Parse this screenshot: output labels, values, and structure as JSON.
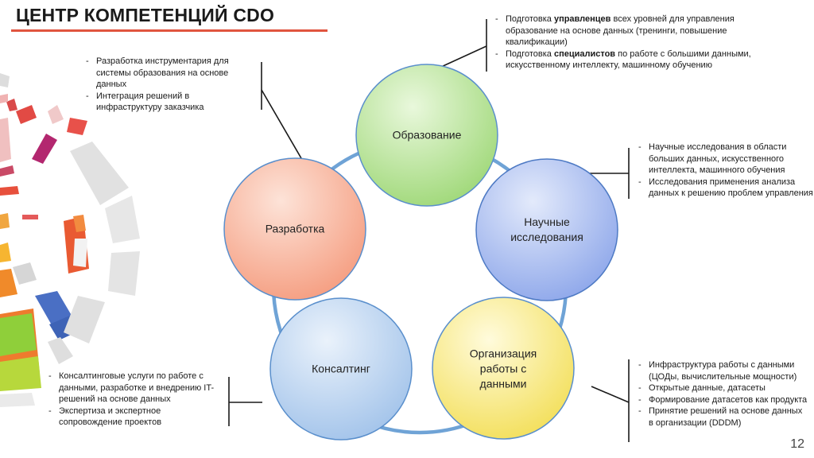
{
  "title": "ЦЕНТР КОМПЕТЕНЦИЙ CDO",
  "page_number": "12",
  "nodes": {
    "education": "Образование",
    "research": "Научные исследования",
    "data_org": "Организация работы с данными",
    "consulting": "Консалтинг",
    "development": "Разработка"
  },
  "notes": {
    "education": [
      {
        "pre": "Подготовка ",
        "bold": "управленцев",
        "post": " всех уровней для управления образование на основе данных (тренинги, повышение квалификации)"
      },
      {
        "pre": "Подготовка ",
        "bold": "специалистов",
        "post": " по работе с большими данными, искусственному интеллекту, машинному обучению"
      }
    ],
    "development": [
      "Разработка инструментария для системы образования на основе данных",
      "Интеграция решений в инфраструктуру заказчика"
    ],
    "research": [
      "Научные исследования в области больших данных, искусственного интеллекта, машинного обучения",
      "Исследования применения анализа данных к решению проблем управления"
    ],
    "consulting": [
      "Консалтинговые услуги по работе с данными, разработке и внедрению IT-решений на основе данных",
      "Экспертиза и экспертное сопровождение проектов"
    ],
    "data_org": [
      "Инфраструктура работы с данными (ЦОДы, вычислительные мощности)",
      "Открытые данные, датасеты",
      "Формирование датасетов как продукта",
      "Принятие решений на основе данных в организации (DDDM)"
    ]
  },
  "colors": {
    "accent": "#e0543f",
    "ring": "#6fa3d6",
    "education": "#b9e59a",
    "research": "#a9bdf0",
    "data_org": "#f7ea8a",
    "consulting": "#b9d3f0",
    "development": "#f8b8a2"
  }
}
